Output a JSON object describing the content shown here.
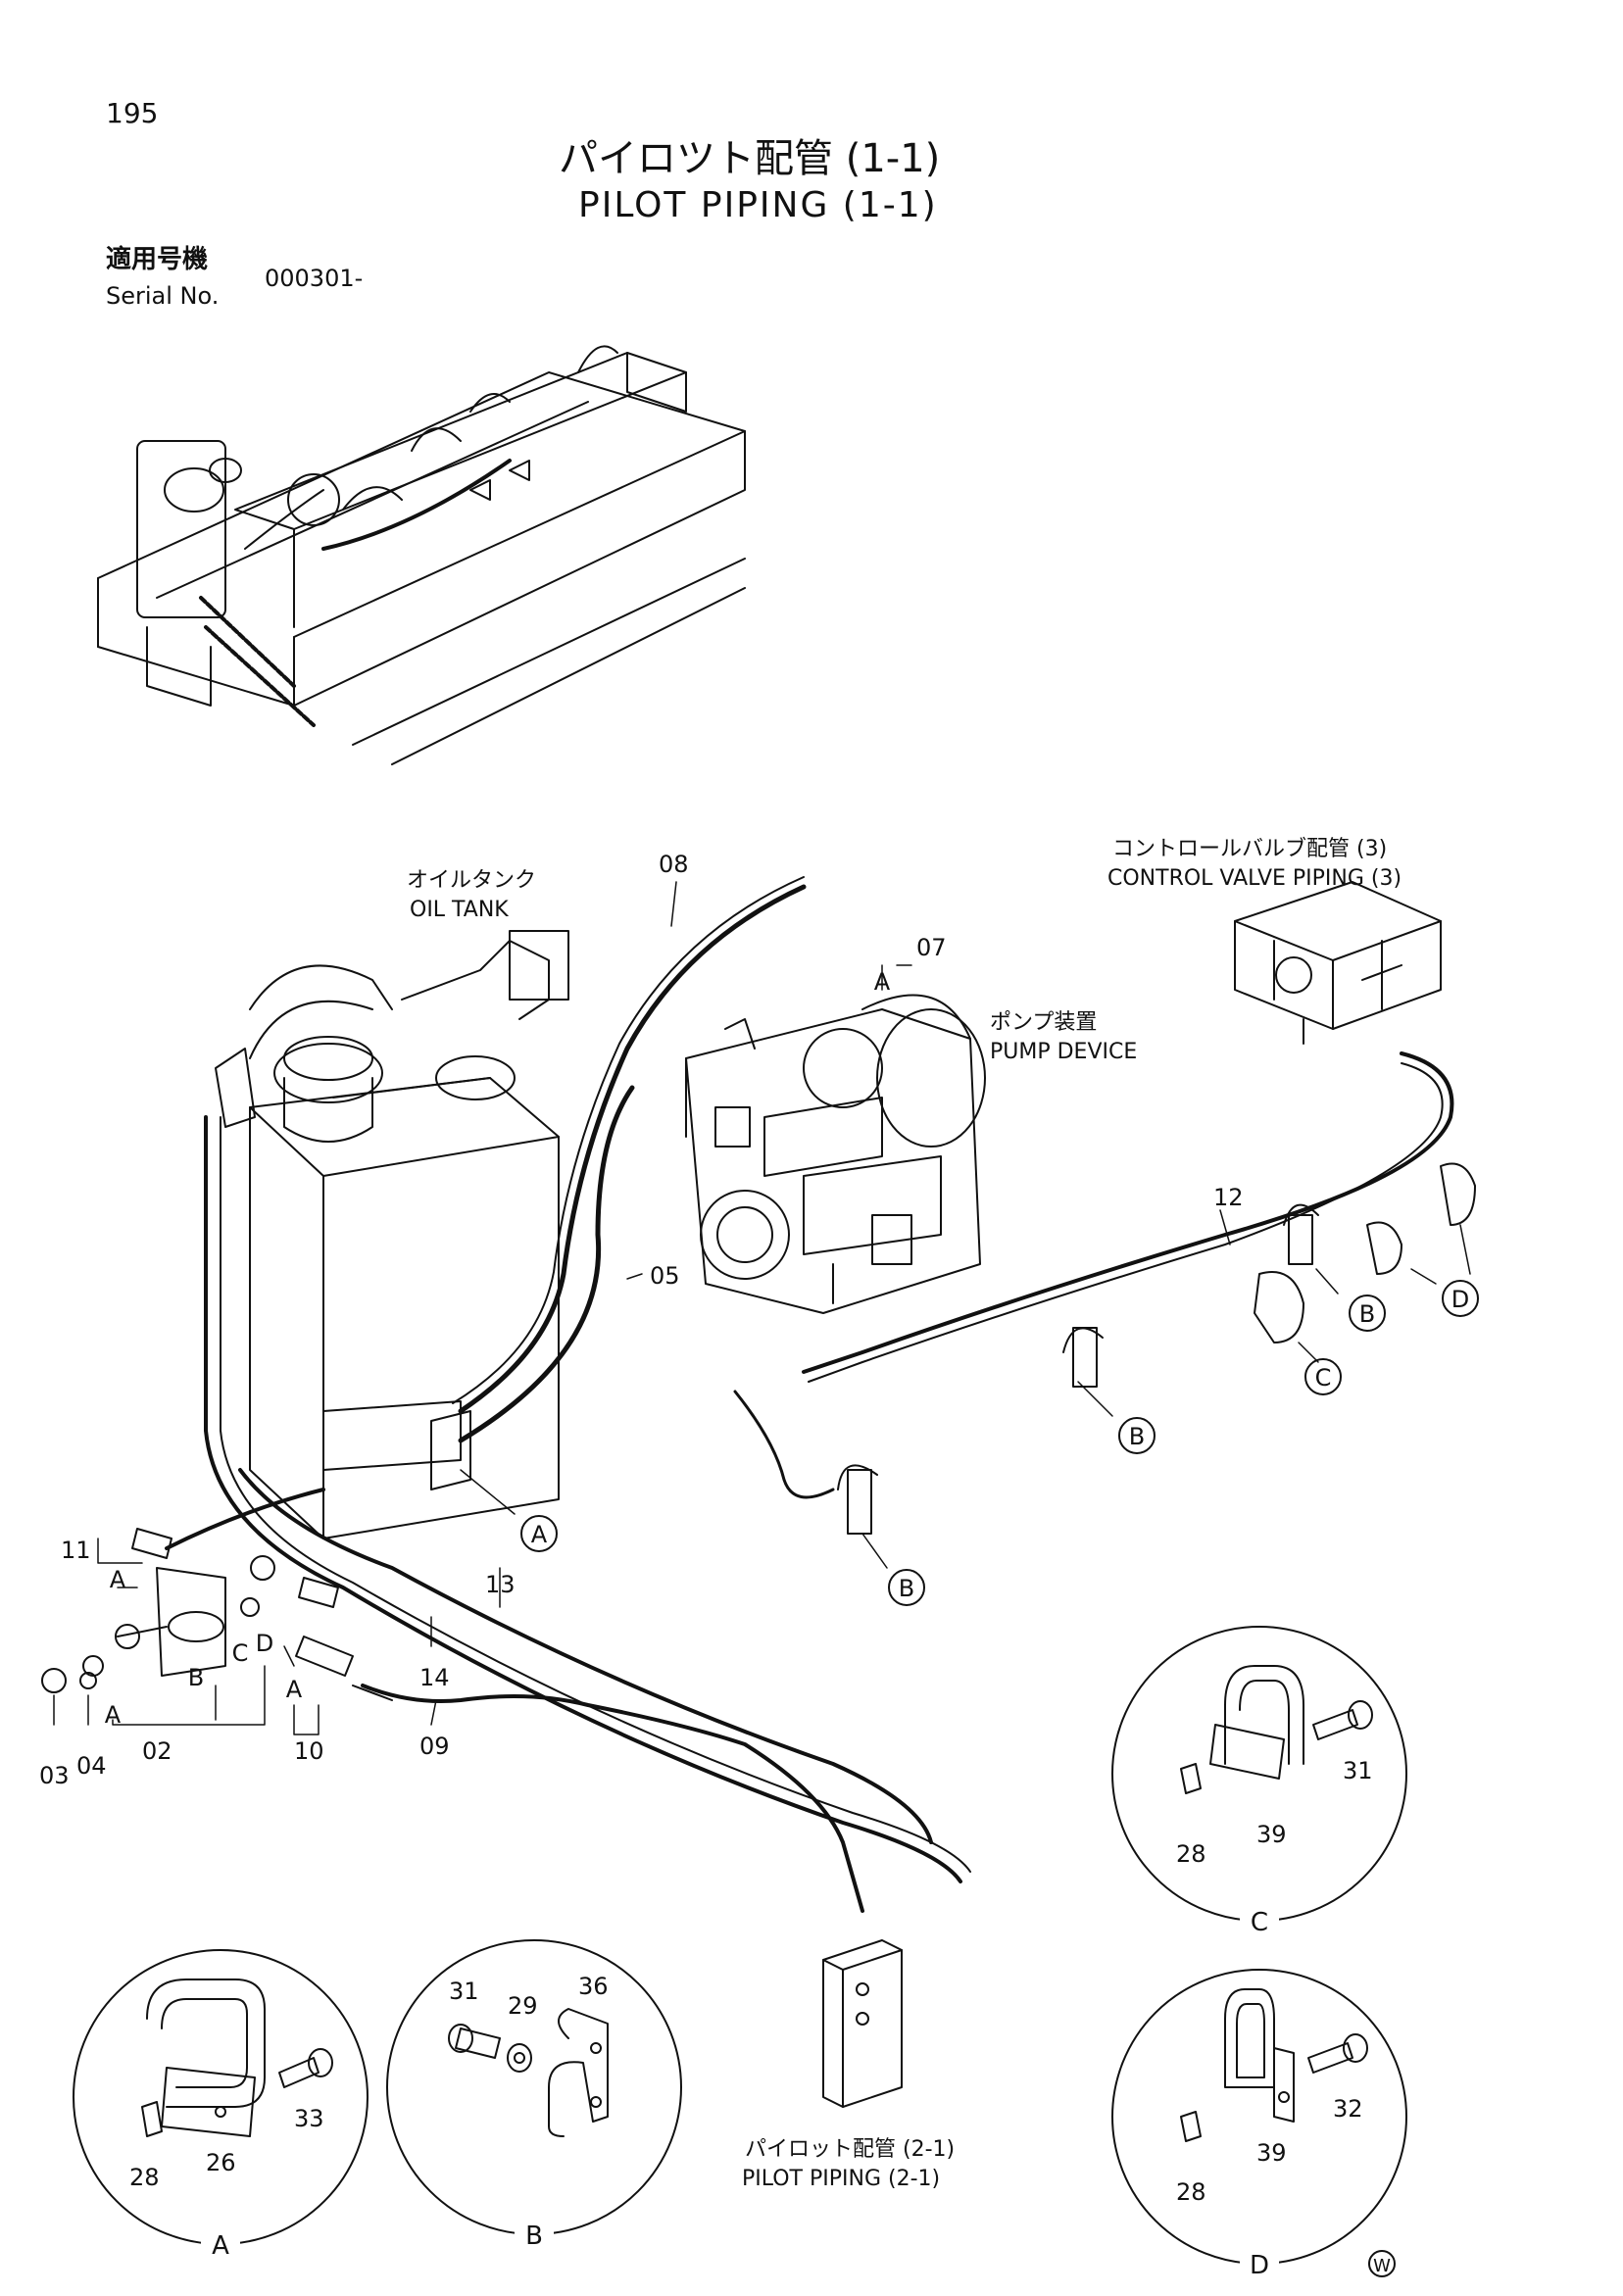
{
  "header": {
    "page_number": "195",
    "title_jp": "パイロツト配管 (1-1)",
    "title_en": "PILOT PIPING (1-1)",
    "serial_label_jp": "適用号機",
    "serial_label_en": "Serial No.",
    "serial_value": "000301-"
  },
  "labels": {
    "oil_tank_jp": "オイルタンク",
    "oil_tank_en": "OIL TANK",
    "pump_jp": "ポンプ装置",
    "pump_en": "PUMP DEVICE",
    "cv_jp": "コントロールバルブ配管 (3)",
    "cv_en": "CONTROL VALVE PIPING (3)",
    "pilot21_jp": "パイロット配管 (2-1)",
    "pilot21_en": "PILOT PIPING (2-1)"
  },
  "callouts": {
    "p08": "08",
    "p07": "07",
    "p05": "05",
    "p12": "12",
    "p13": "13",
    "p14": "14",
    "p09": "09",
    "p11": "11",
    "p10": "10",
    "p02": "02",
    "p03": "03",
    "p04": "04",
    "p31a": "31",
    "p39a": "39",
    "p28a": "28",
    "p33": "33",
    "p26": "26",
    "p28b": "28",
    "p31b": "31",
    "p29": "29",
    "p36": "36",
    "p32": "32",
    "p39b": "39",
    "p28c": "28"
  },
  "refs": {
    "A": "A",
    "B": "B",
    "C": "C",
    "D": "D"
  },
  "detail_labels": {
    "A": "A",
    "B": "B",
    "C": "C",
    "D": "D"
  },
  "footer_mark": "W"
}
